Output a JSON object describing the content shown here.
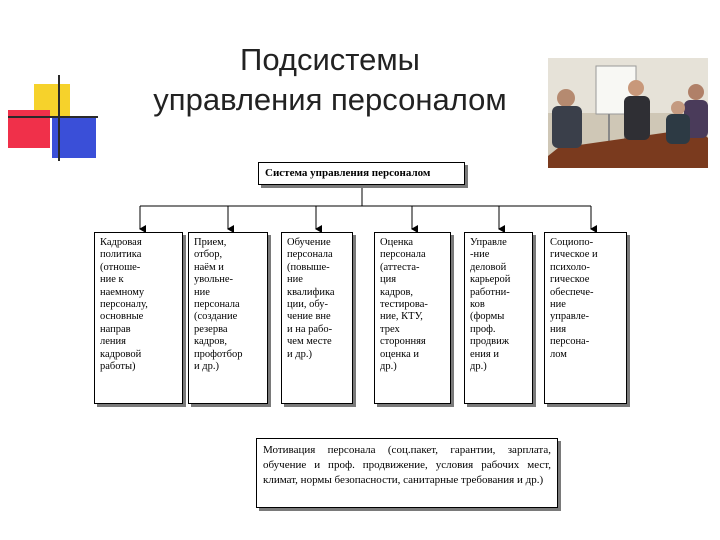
{
  "title": {
    "line1": "Подсистемы",
    "line2": "управления персоналом"
  },
  "diagram": {
    "root": "Система управления персоналом",
    "subsystems": [
      "Кадровая\nполитика\n(отноше-\nние к\nнаемному\nперсоналу,\nосновные\nнаправ\nления\nкадровой\nработы)",
      "Прием,\nотбор,\n наём       и\nувольне-\nние\nперсонала\n(создание\nрезерва\nкадров,\nпрофотбор\nи др.)",
      " Обучение\nперсонала\n(повыше-\nние\nквалифика\nции, обу-\nчение вне\nи на рабо-\nчем месте\nи др.)",
      "Оценка\nперсонала\n(аттеста-\nция\nкадров,\nтестирова-\nние, КТУ,\nтрех\nсторонняя\nоценка и\nдр.)",
      "Управле\n-ние\nделовой\nкарьерой\nработни-\nков\n(формы\nпроф.\nпродвиж\nения и\nдр.)",
      "Социопо-\nгическое и\nпсихоло-\nгическое\nобеспече-\nние\nуправле-\nния\nперсона-\nлом"
    ],
    "motivation": "Мотивация персонала (соц.пакет, гарантии, зарплата, обучение и проф. продвижение, условия рабочих мест, климат, нормы безопасности, санитарные требования и др.)"
  },
  "colors": {
    "deco_red": "#f0304a",
    "deco_yellow": "#f6d22b",
    "deco_blue": "#3a4fd8",
    "shadow": "#7a7a7a"
  },
  "icons": [
    "slide-corner-decoration",
    "office-meeting-photo"
  ]
}
